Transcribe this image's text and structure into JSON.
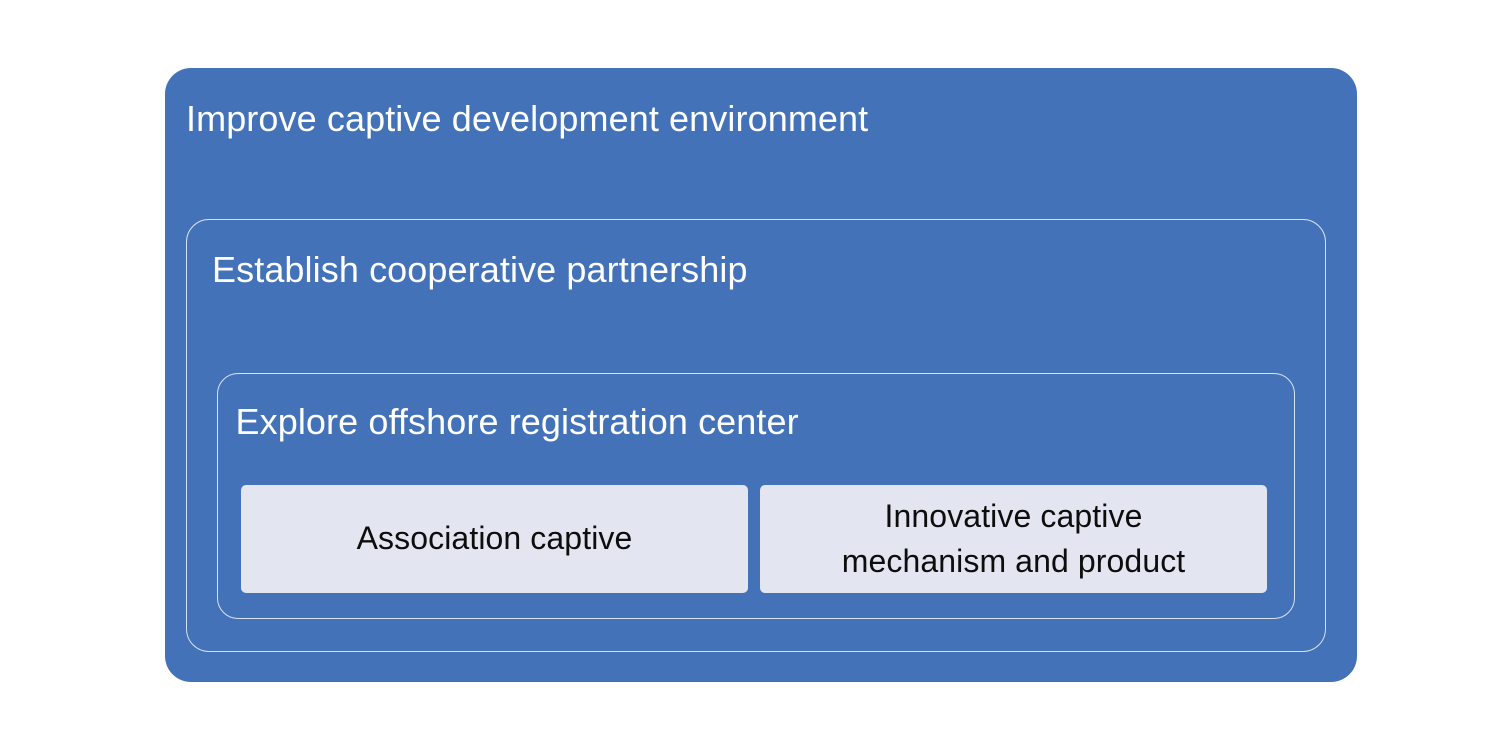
{
  "diagram": {
    "type": "nested-containment",
    "title": "Improve captive development environment",
    "background_color": "#FFFFFF",
    "levels": [
      {
        "label": "Improve captive development environment",
        "style": "filled",
        "fill_color": "#4472B8",
        "text_color": "#FFFFFF"
      },
      {
        "label": "Establish cooperative partnership",
        "style": "outlined",
        "border_color": "#D3E1F2",
        "text_color": "#FFFFFF"
      },
      {
        "label": "Explore offshore registration center",
        "style": "outlined",
        "border_color": "#D8E3F3",
        "text_color": "#FFFFFF"
      }
    ],
    "cards": [
      {
        "label": "Association captive",
        "fill_color": "#E3E5F1",
        "text_color": "#0D0D0D"
      },
      {
        "label": "Innovative captive\nmechanism and product",
        "fill_color": "#E3E5F1",
        "text_color": "#0D0D0D"
      }
    ]
  }
}
